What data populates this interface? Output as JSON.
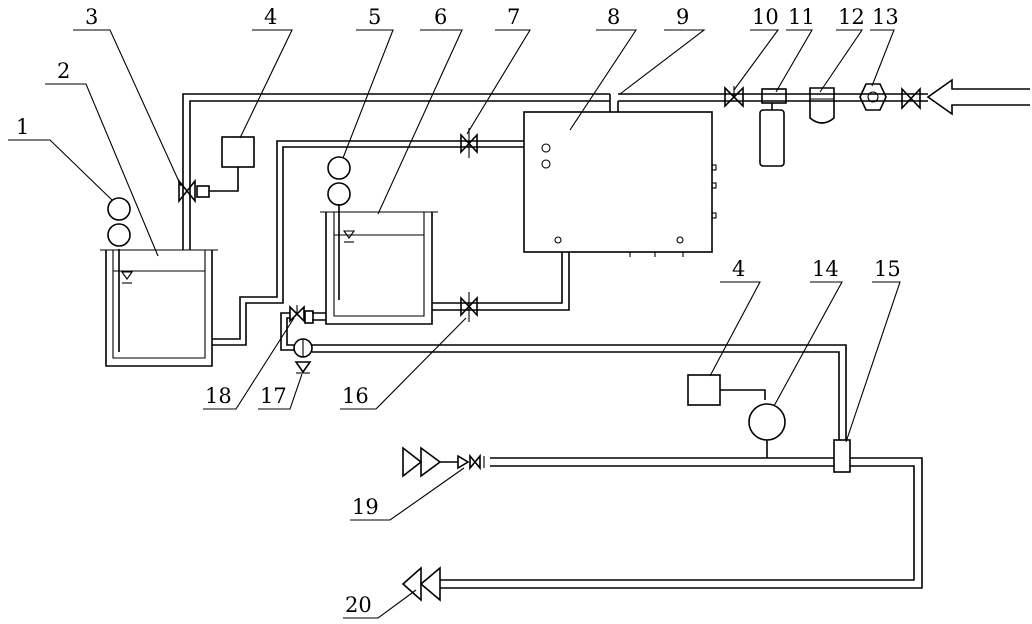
{
  "labels": [
    "1",
    "2",
    "3",
    "4",
    "5",
    "6",
    "7",
    "8",
    "9",
    "10",
    "11",
    "12",
    "13",
    "4",
    "14",
    "15",
    "18",
    "17",
    "16",
    "19",
    "20"
  ],
  "colors": {
    "line": "#000000",
    "background": "#ffffff"
  }
}
